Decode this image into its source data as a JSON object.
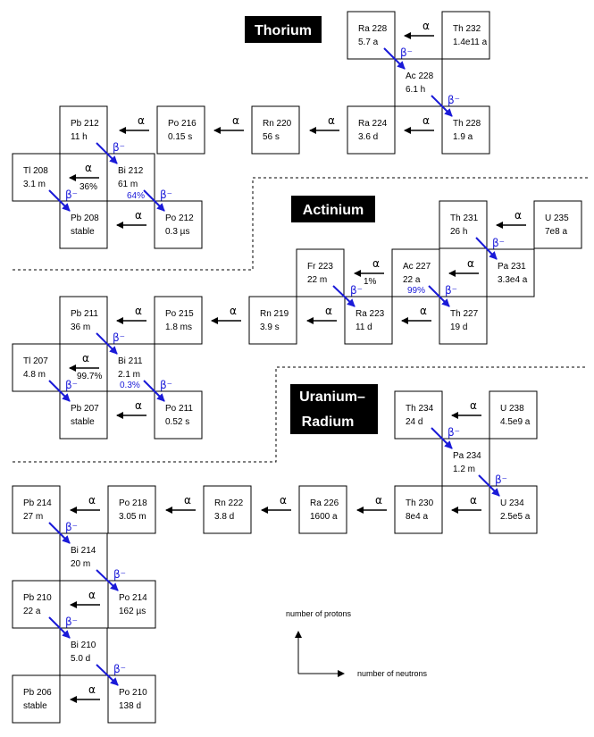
{
  "colors": {
    "beta": "#1a1ad8",
    "alpha": "#000000",
    "title_bg": "#000000",
    "title_fg": "#ffffff"
  },
  "titles": {
    "thorium": [
      "Thorium"
    ],
    "actinium": [
      "Actinium"
    ],
    "uranium": [
      "Uranium–",
      "Radium"
    ]
  },
  "nuclides": [
    {
      "id": "ra228",
      "name": "Ra 228",
      "half": "5.7 a"
    },
    {
      "id": "th232",
      "name": "Th 232",
      "half": "1.4e11 a"
    },
    {
      "id": "ac228",
      "name": "Ac 228",
      "half": "6.1 h"
    },
    {
      "id": "pb212",
      "name": "Pb 212",
      "half": "11 h"
    },
    {
      "id": "po216",
      "name": "Po 216",
      "half": "0.15 s"
    },
    {
      "id": "rn220",
      "name": "Rn 220",
      "half": "56 s"
    },
    {
      "id": "ra224",
      "name": "Ra 224",
      "half": "3.6 d"
    },
    {
      "id": "th228",
      "name": "Th 228",
      "half": "1.9 a"
    },
    {
      "id": "tl208",
      "name": "Tl 208",
      "half": "3.1 m"
    },
    {
      "id": "bi212",
      "name": "Bi 212",
      "half": "61 m"
    },
    {
      "id": "pb208",
      "name": "Pb 208",
      "half": "stable"
    },
    {
      "id": "po212",
      "name": "Po 212",
      "half": "0.3 µs"
    },
    {
      "id": "th231",
      "name": "Th 231",
      "half": "26 h"
    },
    {
      "id": "u235",
      "name": "U 235",
      "half": "7e8 a"
    },
    {
      "id": "fr223",
      "name": "Fr 223",
      "half": "22 m"
    },
    {
      "id": "ac227",
      "name": "Ac 227",
      "half": "22 a"
    },
    {
      "id": "pa231",
      "name": "Pa 231",
      "half": "3.3e4 a"
    },
    {
      "id": "pb211",
      "name": "Pb 211",
      "half": "36 m"
    },
    {
      "id": "po215",
      "name": "Po 215",
      "half": "1.8 ms"
    },
    {
      "id": "rn219",
      "name": "Rn 219",
      "half": "3.9 s"
    },
    {
      "id": "ra223",
      "name": "Ra 223",
      "half": "11 d"
    },
    {
      "id": "th227",
      "name": "Th 227",
      "half": "19 d"
    },
    {
      "id": "tl207",
      "name": "Tl 207",
      "half": "4.8 m"
    },
    {
      "id": "bi211",
      "name": "Bi 211",
      "half": "2.1 m"
    },
    {
      "id": "pb207",
      "name": "Pb 207",
      "half": "stable"
    },
    {
      "id": "po211",
      "name": "Po 211",
      "half": "0.52 s"
    },
    {
      "id": "th234",
      "name": "Th 234",
      "half": "24 d"
    },
    {
      "id": "u238",
      "name": "U 238",
      "half": "4.5e9 a"
    },
    {
      "id": "pa234",
      "name": "Pa 234",
      "half": "1.2 m"
    },
    {
      "id": "pb214",
      "name": "Pb 214",
      "half": "27 m"
    },
    {
      "id": "po218",
      "name": "Po 218",
      "half": "3.05 m"
    },
    {
      "id": "rn222",
      "name": "Rn 222",
      "half": "3.8 d"
    },
    {
      "id": "ra226",
      "name": "Ra 226",
      "half": "1600 a"
    },
    {
      "id": "th230",
      "name": "Th 230",
      "half": "8e4 a"
    },
    {
      "id": "u234",
      "name": "U 234",
      "half": "2.5e5 a"
    },
    {
      "id": "bi214",
      "name": "Bi 214",
      "half": "20 m"
    },
    {
      "id": "pb210",
      "name": "Pb 210",
      "half": "22 a"
    },
    {
      "id": "po214",
      "name": "Po 214",
      "half": "162 µs"
    },
    {
      "id": "bi210",
      "name": "Bi 210",
      "half": "5.0 d"
    },
    {
      "id": "pb206",
      "name": "Pb 206",
      "half": "stable"
    },
    {
      "id": "po210",
      "name": "Po 210",
      "half": "138 d"
    }
  ],
  "decay_labels": {
    "alpha": "α",
    "beta": "β⁻"
  },
  "branch_labels": {
    "bi212_alpha": "36%",
    "bi212_beta": "64%",
    "fr223_alpha": "1%",
    "ac227_beta": "99%",
    "bi211_alpha": "99.7%",
    "bi211_beta": "0.3%"
  },
  "axes": {
    "protons": "number of protons",
    "neutrons": "number of neutrons"
  }
}
